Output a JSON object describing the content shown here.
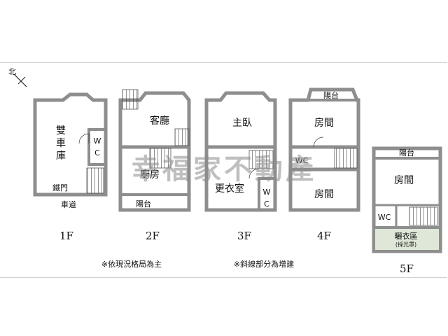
{
  "compass": {
    "label": "北"
  },
  "watermark": "幸福家不動產",
  "floors": [
    {
      "id": "1F",
      "label": "1F",
      "rooms": {
        "garage": "雙\n車\n庫",
        "garage_chars": [
          "雙",
          "車",
          "庫"
        ],
        "wc_chars": [
          "W",
          "C"
        ],
        "gate": "鐵門",
        "driveway": "車道"
      }
    },
    {
      "id": "2F",
      "label": "2F",
      "rooms": {
        "living": "客廳",
        "kitchen": "廚房",
        "balcony": "陽台"
      }
    },
    {
      "id": "3F",
      "label": "3F",
      "rooms": {
        "master": "主臥",
        "closet": "更衣室",
        "wc_chars": [
          "W",
          "C"
        ]
      }
    },
    {
      "id": "4F",
      "label": "4F",
      "rooms": {
        "balcony": "陽台",
        "room_top": "房間",
        "wc": "WC",
        "room_bottom": "房間"
      }
    },
    {
      "id": "5F",
      "label": "5F",
      "rooms": {
        "balcony": "陽台",
        "room": "房間",
        "wc": "WC",
        "drying": "曬衣區",
        "skylight": "(採光罩)"
      }
    }
  ],
  "notes": {
    "layout": "※依現況格局為主",
    "extension": "※斜線部分為增建"
  },
  "colors": {
    "wall": "#8e8e8e",
    "wall_fill": "#a9a9a9",
    "skylight_fill": "#dfe8d8",
    "watermark": "#8a8a8a"
  }
}
